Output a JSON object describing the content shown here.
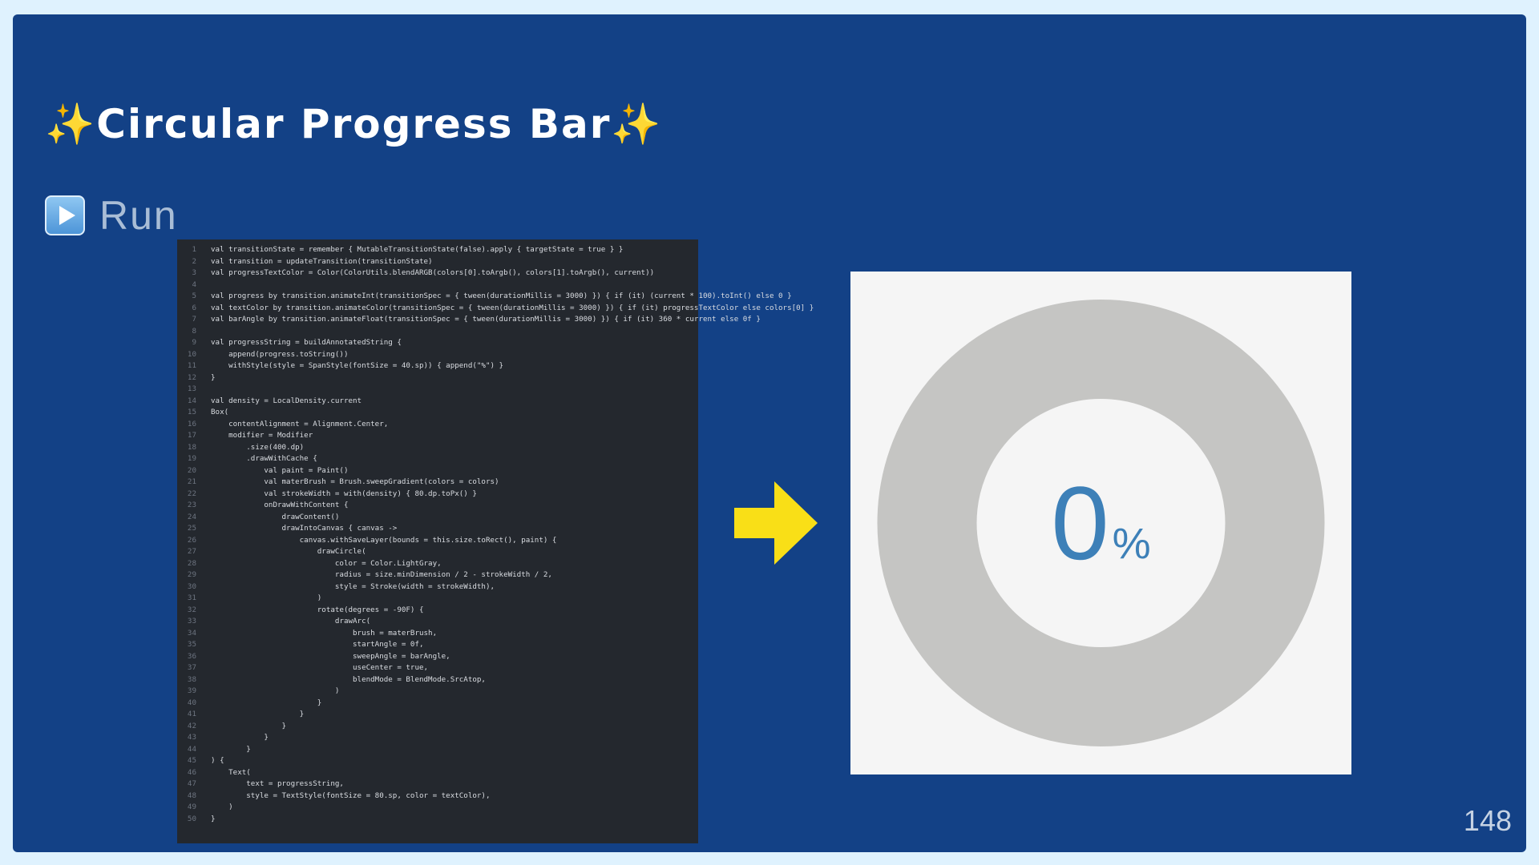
{
  "slide": {
    "title_left_sparkle": "✨",
    "title": "Circular Progress Bar",
    "title_right_sparkle": "✨",
    "run_label": "Run",
    "page_number": "148",
    "arrow_color": "#f9df17",
    "background_color": "#134186"
  },
  "code": {
    "lines": [
      "val transitionState = remember { MutableTransitionState(false).apply { targetState = true } }",
      "val transition = updateTransition(transitionState)",
      "val progressTextColor = Color(ColorUtils.blendARGB(colors[0].toArgb(), colors[1].toArgb(), current))",
      "",
      "val progress by transition.animateInt(transitionSpec = { tween(durationMillis = 3000) }) { if (it) (current * 100).toInt() else 0 }",
      "val textColor by transition.animateColor(transitionSpec = { tween(durationMillis = 3000) }) { if (it) progressTextColor else colors[0] }",
      "val barAngle by transition.animateFloat(transitionSpec = { tween(durationMillis = 3000) }) { if (it) 360 * current else 0f }",
      "",
      "val progressString = buildAnnotatedString {",
      "    append(progress.toString())",
      "    withStyle(style = SpanStyle(fontSize = 40.sp)) { append(\"%\") }",
      "}",
      "",
      "val density = LocalDensity.current",
      "Box(",
      "    contentAlignment = Alignment.Center,",
      "    modifier = Modifier",
      "        .size(400.dp)",
      "        .drawWithCache {",
      "            val paint = Paint()",
      "            val materBrush = Brush.sweepGradient(colors = colors)",
      "            val strokeWidth = with(density) { 80.dp.toPx() }",
      "            onDrawWithContent {",
      "                drawContent()",
      "                drawIntoCanvas { canvas ->",
      "                    canvas.withSaveLayer(bounds = this.size.toRect(), paint) {",
      "                        drawCircle(",
      "                            color = Color.LightGray,",
      "                            radius = size.minDimension / 2 - strokeWidth / 2,",
      "                            style = Stroke(width = strokeWidth),",
      "                        )",
      "                        rotate(degrees = -90F) {",
      "                            drawArc(",
      "                                brush = materBrush,",
      "                                startAngle = 0f,",
      "                                sweepAngle = barAngle,",
      "                                useCenter = true,",
      "                                blendMode = BlendMode.SrcAtop,",
      "                            )",
      "                        }",
      "                    }",
      "                }",
      "            }",
      "        }",
      ") {",
      "    Text(",
      "        text = progressString,",
      "        style = TextStyle(fontSize = 80.sp, color = textColor),",
      "    )",
      "}"
    ]
  },
  "preview": {
    "progress_value": "0",
    "progress_unit": "%",
    "progress_fraction": 0,
    "ring_color": "#c5c5c3",
    "text_color": "#3d80b8"
  }
}
